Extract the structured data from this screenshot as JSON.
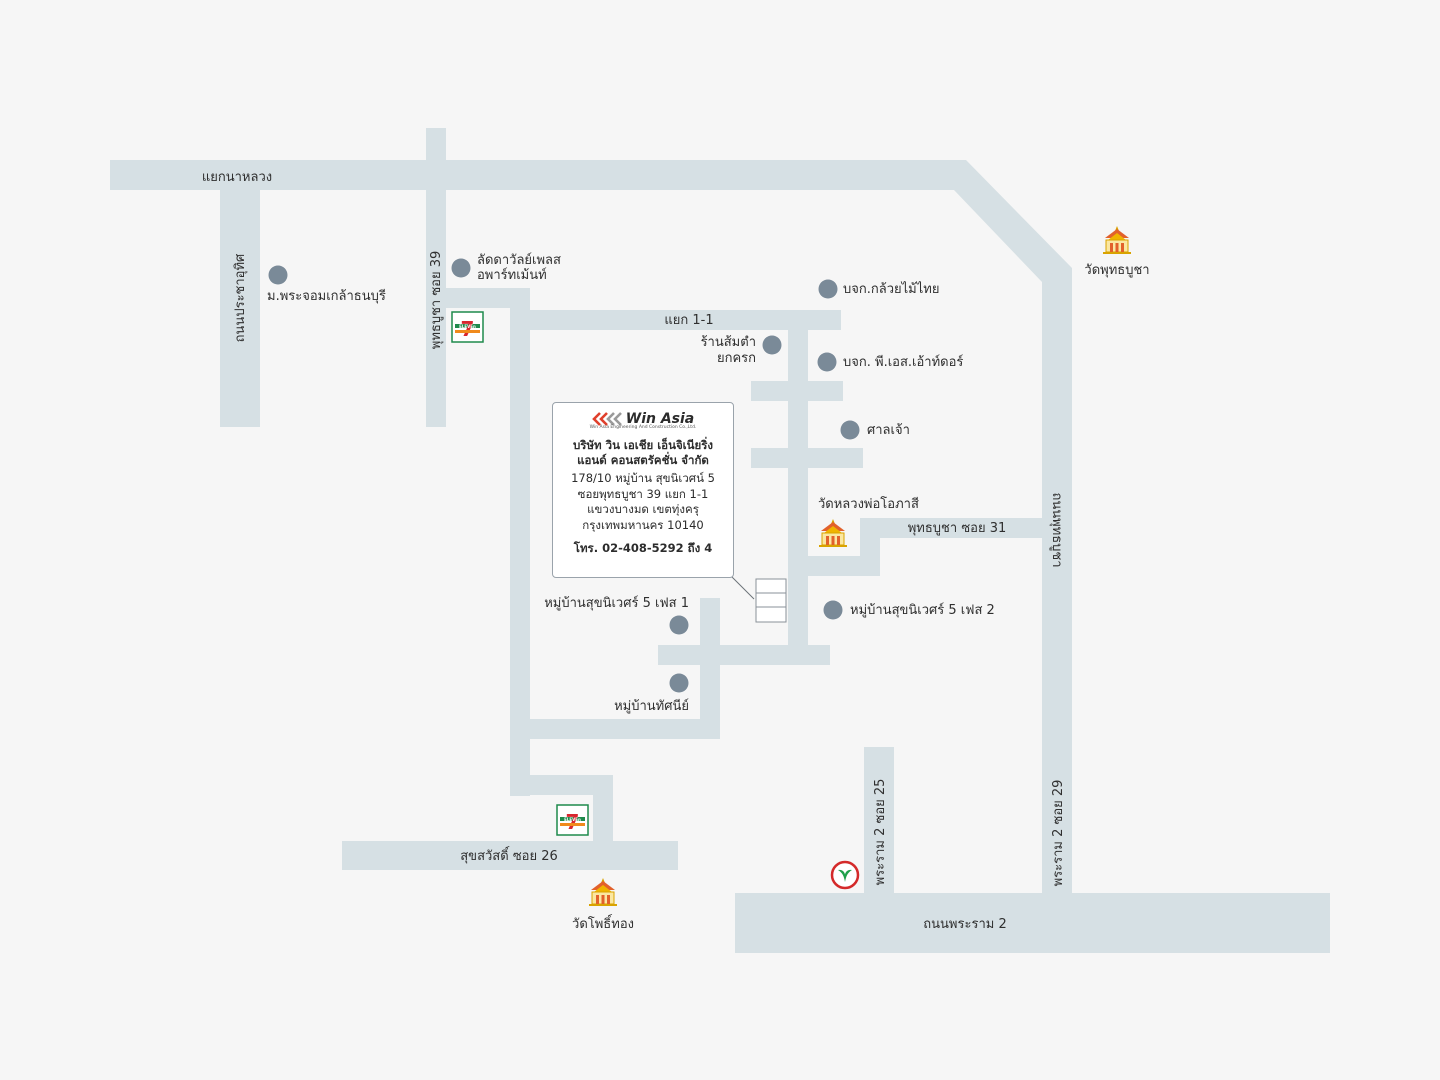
{
  "company": {
    "brand": "Win Asia",
    "brand_sub": "Win Asia Engineering And Construction Co.,Ltd.",
    "name_line1": "บริษัท วิน เอเชีย เอ็นจิเนียริ่ง",
    "name_line2": "แอนด์ คอนสตรัคชั่น จำกัด",
    "address_line1": "178/10 หมู่บ้าน สุขนิเวศน์ 5",
    "address_line2": "ซอยพุทธบูชา 39 แยก 1-1",
    "address_line3": "แขวงบางมด เขตทุ่งครุ",
    "address_line4": "กรุงเทพมหานคร 10140",
    "phone": "โทร. 02-408-5292 ถึง 4",
    "logo_color": "#e0402c"
  },
  "roads": {
    "nalaung": "แยกนาหลวง",
    "pracha_uthit": "ถนนประชาอุทิศ",
    "soi39": "พุทธบูชา ซอย 39",
    "yaek11": "แยก 1-1",
    "phutthabucha_31": "พุทธบูชา ซอย 31",
    "phutthabucha_road": "ถนนพุทธบูชา",
    "suksawat26": "สุขสวัสดิ์ ซอย 26",
    "rama2_25": "พระราม 2 ซอย 25",
    "rama2_29": "พระราม 2 ซอย 29",
    "rama2_road": "ถนนพระราม 2"
  },
  "places": {
    "kmutt": "ม.พระจอมเกล้าธนบุรี",
    "ladda_1": "ลัดดาวัลย์เพลส",
    "ladda_2": "อพาร์ทเม้นท์",
    "kluaymai": "บจก.กล้วยไม้ไทย",
    "somtam_1": "ร้านส้มตำ",
    "somtam_2": "ยกครก",
    "ps_outdoor": "บจก. พี.เอส.เอ้าท์ดอร์",
    "shrine": "ศาลเจ้า",
    "wat_luang_por": "วัดหลวงพ่อโอภาสี",
    "village_ph1": "หมู่บ้านสุขนิเวศร์ 5 เฟส 1",
    "village_ph2": "หมู่บ้านสุขนิเวศร์ 5 เฟส 2",
    "village_tat": "หมู่บ้านทัศนีย์",
    "wat_phutthabucha": "วัดพุทธบูชา",
    "wat_pho_thong": "วัดโพธิ์ทอง"
  },
  "icons": {
    "store": "7-eleven-icon",
    "store_text": "ELEVEn",
    "temple": "temple-icon",
    "bank": "kbank-icon",
    "place": "place-dot-icon"
  },
  "colors": {
    "background": "#f6f6f6",
    "road": "#d6e0e4",
    "place_dot": "#7a8a98",
    "seven_green": "#1f8a4c",
    "seven_orange": "#f08a1c",
    "seven_red": "#d8262e",
    "kbank_green": "#1fa04a",
    "kbank_red": "#d42a2a"
  }
}
